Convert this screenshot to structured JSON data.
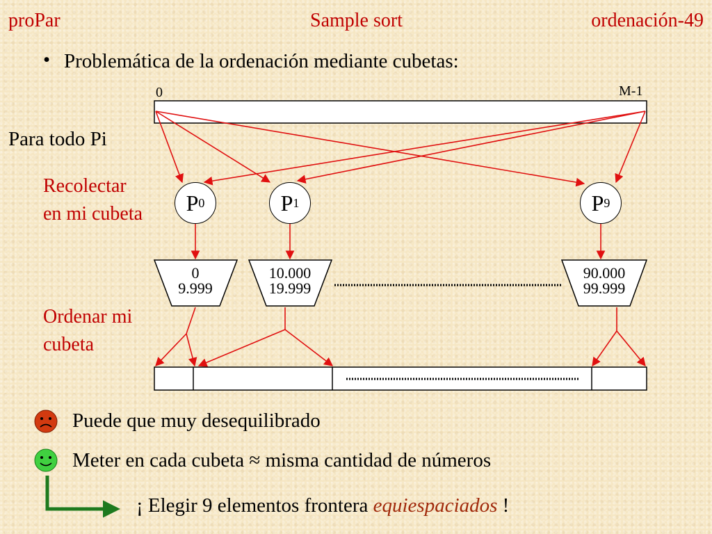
{
  "header": {
    "left": "proPar",
    "center": "Sample sort",
    "right": "ordenación-49"
  },
  "bullet": "•",
  "heading": "Problemática de la ordenación mediante cubetas:",
  "array_top": {
    "start_label": "0",
    "end_label": "M-1"
  },
  "labels": {
    "para_todo": "Para todo Pi",
    "recolectar_line1": "Recolectar",
    "recolectar_line2": "en mi cubeta",
    "ordenar_line1": "Ordenar mi",
    "ordenar_line2": "cubeta"
  },
  "processors": [
    {
      "letter": "P",
      "sub": "0"
    },
    {
      "letter": "P",
      "sub": "1"
    },
    {
      "letter": "P",
      "sub": "9"
    }
  ],
  "buckets": [
    {
      "low": "0",
      "high": "9.999"
    },
    {
      "low": "10.000",
      "high": "19.999"
    },
    {
      "low": "90.000",
      "high": "99.999"
    }
  ],
  "notes": {
    "sad": "Puede que muy desequilibrado",
    "happy": "Meter en cada cubeta ≈ misma cantidad de números",
    "conclusion_prefix": "¡ Elegir 9 elementos frontera ",
    "conclusion_emph": "equiespaciados",
    "conclusion_suffix": " !"
  },
  "icons": [
    "sad-face-icon",
    "happy-face-icon",
    "green-arrow-icon"
  ],
  "colors": {
    "title_red": "#c00000",
    "arrow_red": "#e01010",
    "sad_face": "#d23a10",
    "happy_face": "#40d040",
    "green_arrow": "#1e7a1e",
    "emphasis": "#a0280a"
  }
}
